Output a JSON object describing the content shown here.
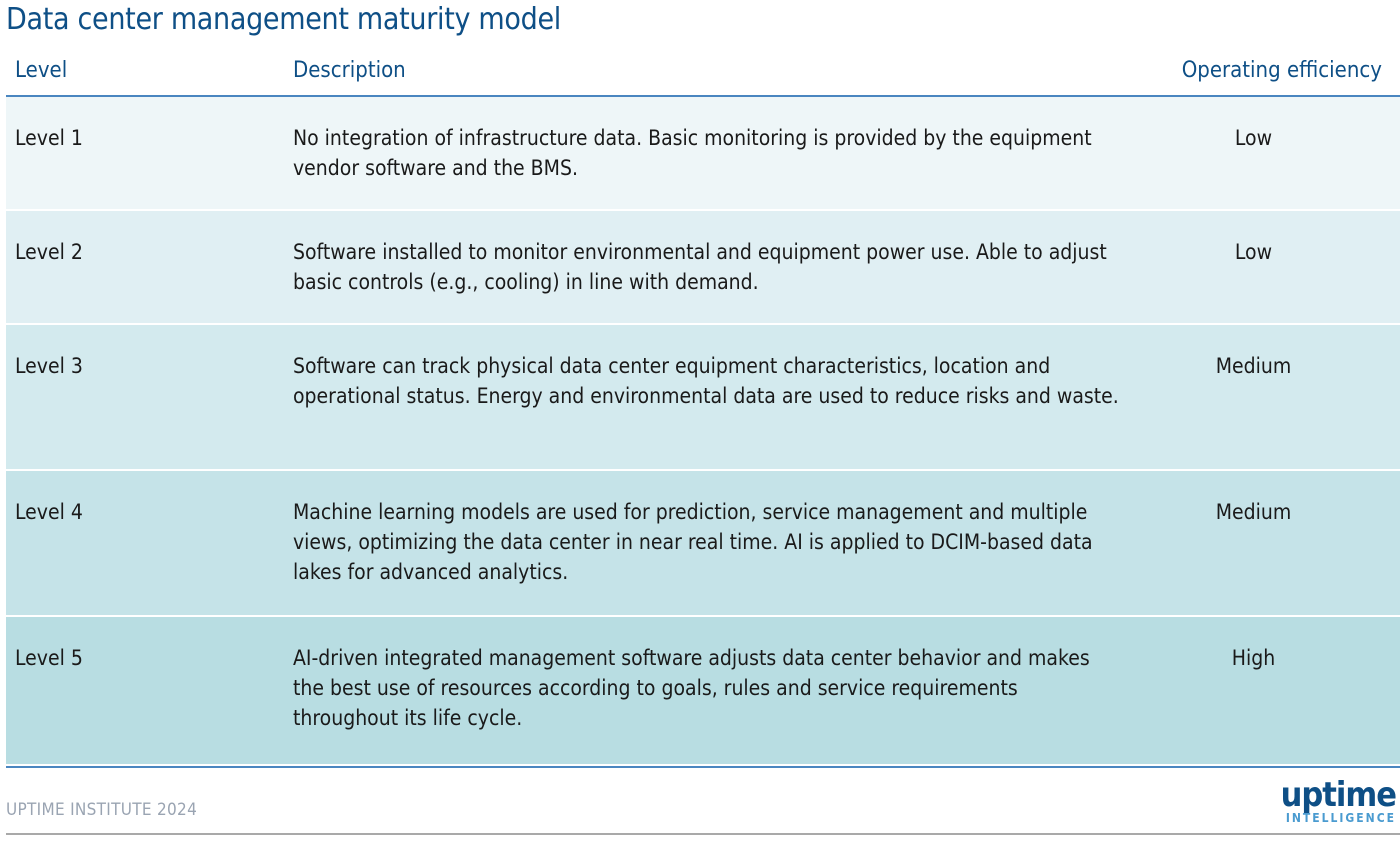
{
  "title": "Data center management maturity model",
  "columns": {
    "level": "Level",
    "description": "Description",
    "efficiency": "Operating efficiency"
  },
  "rows": [
    {
      "level": "Level 1",
      "description": "No integration of infrastructure data. Basic monitoring is provided by the equipment vendor software and the BMS.",
      "efficiency": "Low",
      "bg": "#eef6f8",
      "height": 114
    },
    {
      "level": "Level 2",
      "description": "Software installed to monitor environmental and equipment power use. Able to adjust basic controls (e.g., cooling) in line with demand.",
      "efficiency": "Low",
      "bg": "#e0eff3",
      "height": 114
    },
    {
      "level": "Level 3",
      "description": "Software can track physical data center equipment characteristics, location and operational status. Energy and environmental data are used to reduce risks and waste.",
      "efficiency": "Medium",
      "bg": "#d3eaee",
      "height": 146
    },
    {
      "level": "Level 4",
      "description": "Machine learning models are used for prediction, service management and multiple views, optimizing the data center in near real time. AI is applied to DCIM-based data lakes for advanced analytics.",
      "efficiency": "Medium",
      "bg": "#c5e3e8",
      "height": 146
    },
    {
      "level": "Level 5",
      "description": "AI-driven integrated management software adjusts data center behavior and makes the best use of resources according to goals, rules and service requirements throughout its life cycle.",
      "efficiency": "High",
      "bg": "#b8dde2",
      "height": 149
    }
  ],
  "footer": {
    "source": "UPTIME INSTITUTE 2024"
  },
  "logo": {
    "main": "uptime",
    "sub": "INTELLIGENCE"
  }
}
